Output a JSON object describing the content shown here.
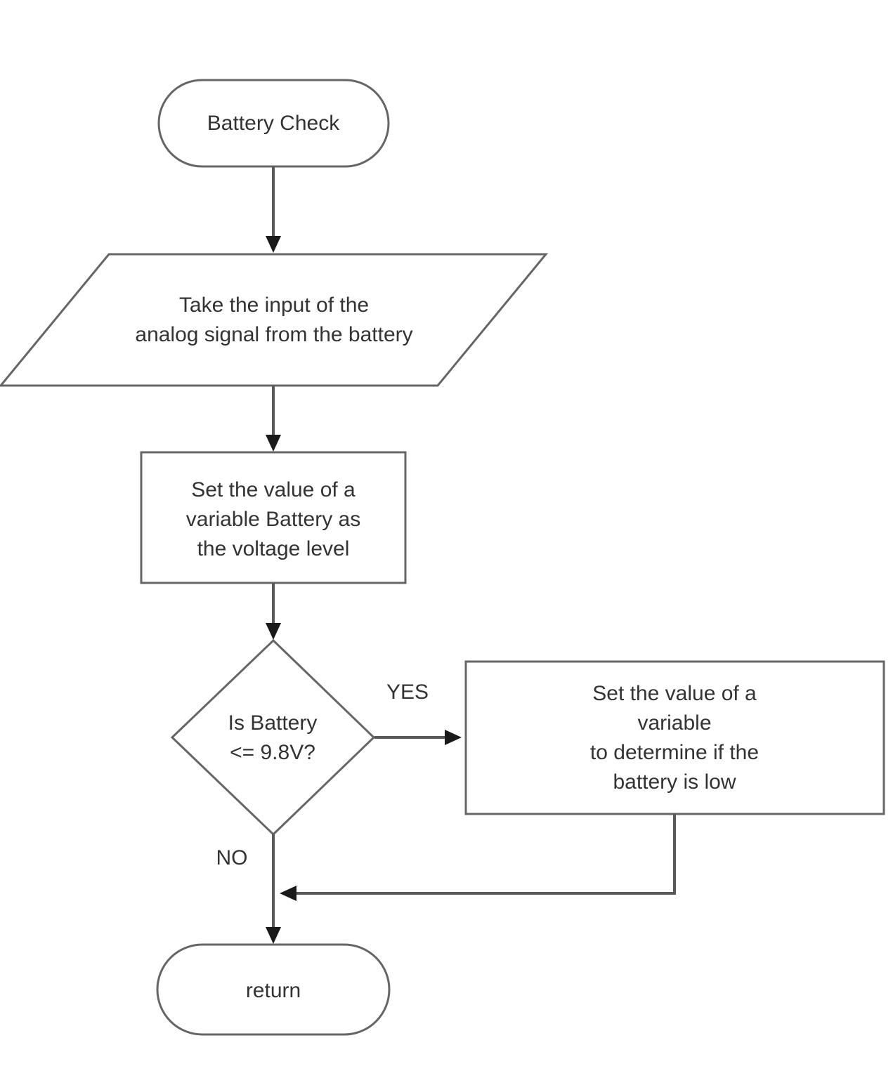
{
  "diagram": {
    "title": "Battery Check flowchart",
    "colors": {
      "background": "#ffffff",
      "shape_stroke": "#666666",
      "connector": "#595959",
      "arrowhead": "#1a1a1a",
      "text": "#333333"
    },
    "nodes": {
      "start": {
        "type": "terminator",
        "label": "Battery Check"
      },
      "input": {
        "type": "input-output",
        "label": "Take the input of the\nanalog signal from the battery"
      },
      "process": {
        "type": "process",
        "label": "Set the value of a\nvariable Battery as\nthe voltage level"
      },
      "decision": {
        "type": "decision",
        "label": "Is Battery\n<= 9.8V?"
      },
      "action_low": {
        "type": "process",
        "label": "Set the value of a variable\nto determine if the battery is low"
      },
      "end": {
        "type": "terminator",
        "label": "return"
      }
    },
    "edges": {
      "yes_label": "YES",
      "no_label": "NO"
    }
  }
}
